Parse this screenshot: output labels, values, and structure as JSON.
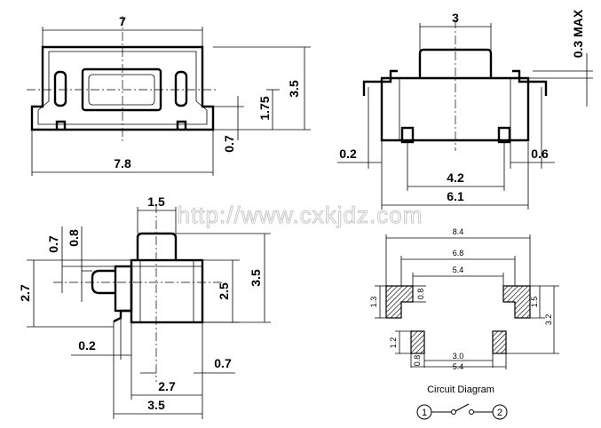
{
  "watermark": "http://www.cxkjdz.com",
  "top_view": {
    "width_label": "7",
    "base_width_label": "7.8",
    "height_label": "3.5",
    "mid_height_label": "1.75",
    "foot_height_label": "0.7"
  },
  "side_view": {
    "button_width_label": "3",
    "max_travel_label": "0.3 MAX",
    "left_gap_label": "0.2",
    "right_gap_label": "0.6",
    "inner_width_label": "4.2",
    "outer_width_label": "6.1"
  },
  "end_view": {
    "width_top_label": "1.5",
    "left_label_a": "0.7",
    "left_label_b": "0.8",
    "left_height_label": "2.7",
    "body_height_label": "2.5",
    "total_height_label": "3.5",
    "gap_label": "0.2",
    "right_offset_label": "0.7",
    "mid_width_label": "2.7",
    "total_width_label": "3.5"
  },
  "pcb_layout": {
    "overall_width": "8.4",
    "mid_width": "6.8",
    "inner_width": "5.4",
    "pad_height_label": "0.8",
    "left_pad_height": "1.3",
    "right_pad_height": "1.5",
    "total_height": "3.2",
    "small_pad_height": "1.2",
    "small_pad_width": "0.8",
    "lower_inner_width": "3.0",
    "lower_outer_width": "5.4"
  },
  "circuit": {
    "caption": "Circuit Diagram",
    "terminal_1": "1",
    "terminal_2": "2"
  }
}
